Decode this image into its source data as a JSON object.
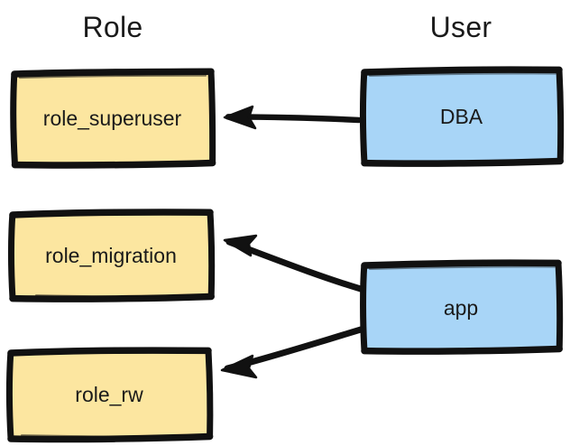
{
  "diagram": {
    "type": "role-user-mapping",
    "background_color": "#ffffff",
    "columns": [
      {
        "id": "role",
        "title": "Role"
      },
      {
        "id": "user",
        "title": "User"
      }
    ],
    "style": {
      "role_fill": "#FCE6A0",
      "user_fill": "#A8D5F7",
      "stroke": "#1a1a1a",
      "text_color": "#1a1a1a",
      "sketch": "hand-drawn"
    },
    "nodes": [
      {
        "id": "role_superuser",
        "label": "role_superuser",
        "column": "role",
        "fill": "#FCE6A0"
      },
      {
        "id": "role_migration",
        "label": "role_migration",
        "column": "role",
        "fill": "#FCE6A0"
      },
      {
        "id": "role_rw",
        "label": "role_rw",
        "column": "role",
        "fill": "#FCE6A0"
      },
      {
        "id": "dba",
        "label": "DBA",
        "column": "user",
        "fill": "#A8D5F7"
      },
      {
        "id": "app",
        "label": "app",
        "column": "user",
        "fill": "#A8D5F7"
      }
    ],
    "edges": [
      {
        "id": "dba-to-role_superuser",
        "from": "dba",
        "to": "role_superuser",
        "direction": "right-to-left"
      },
      {
        "id": "app-to-role_migration",
        "from": "app",
        "to": "role_migration",
        "direction": "right-to-left"
      },
      {
        "id": "app-to-role_rw",
        "from": "app",
        "to": "role_rw",
        "direction": "right-to-left"
      }
    ]
  }
}
